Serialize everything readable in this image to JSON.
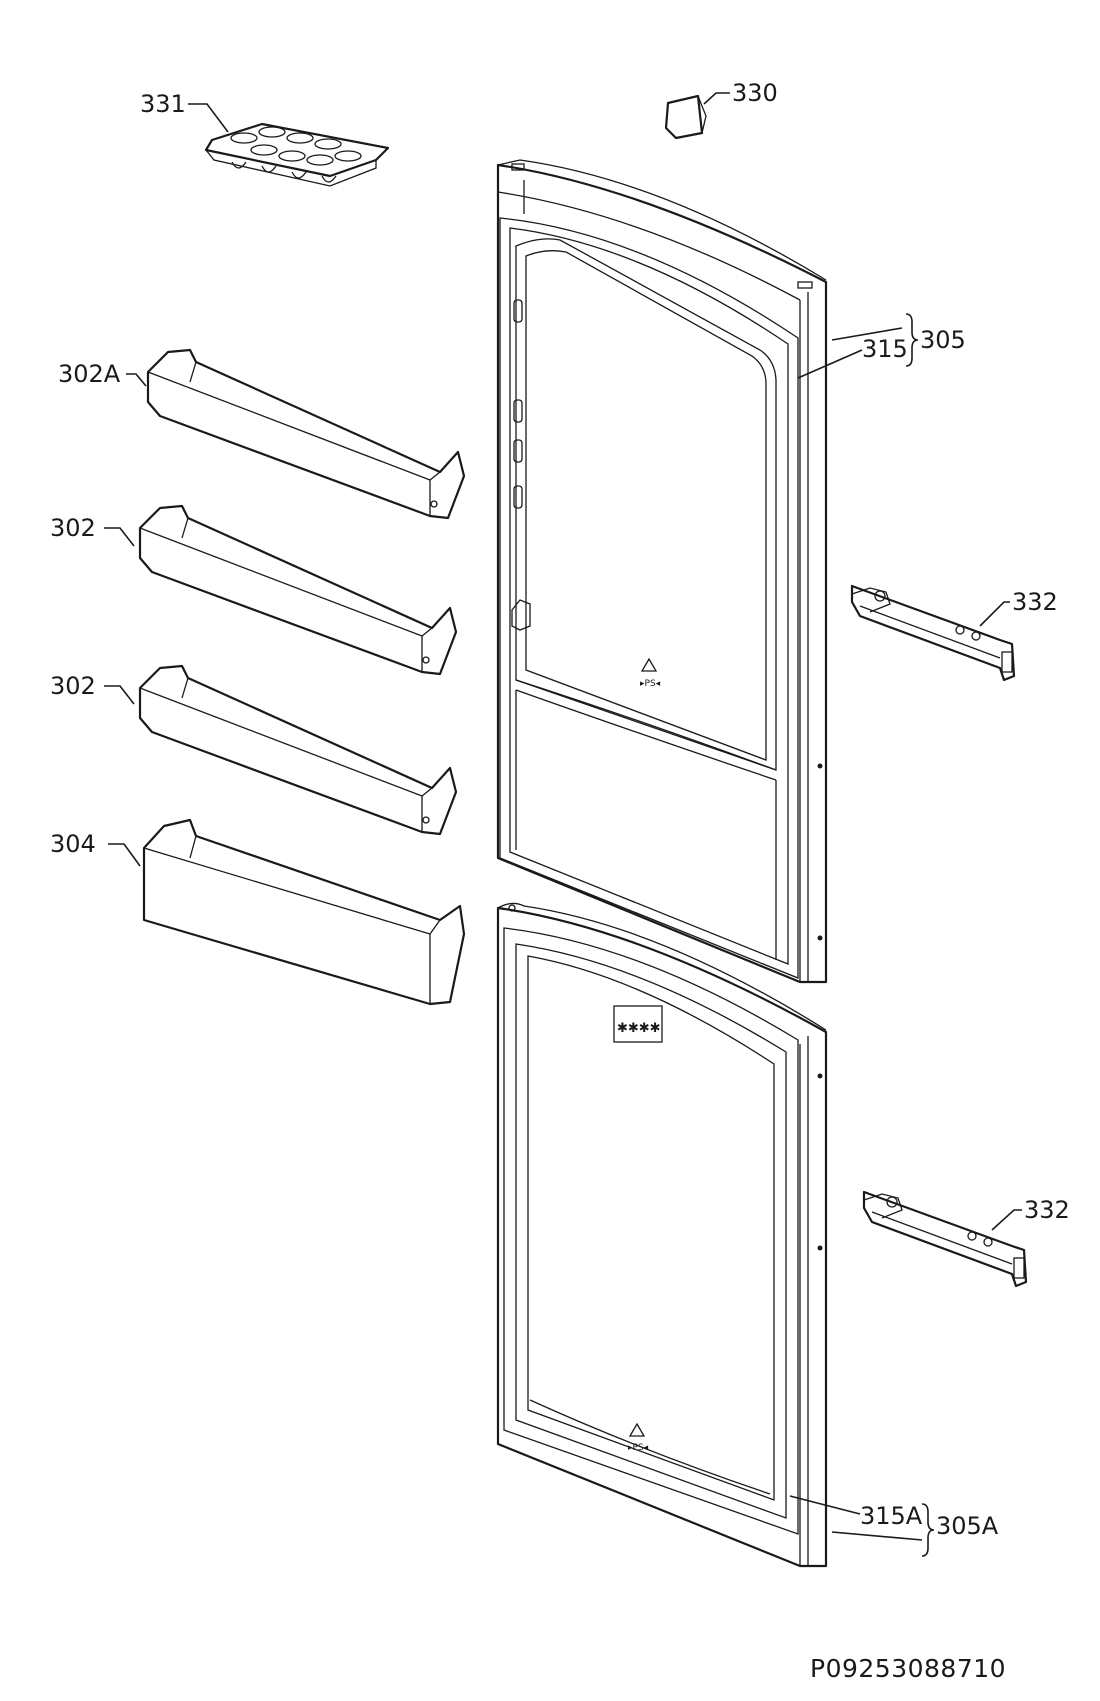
{
  "diagram": {
    "drawing_code": "P09253088710",
    "labels": {
      "l331": "331",
      "l330": "330",
      "l305": "305",
      "l315": "315",
      "l302A": "302A",
      "l302a": "302",
      "l302b": "302",
      "l304": "304",
      "l332a": "332",
      "l332b": "332",
      "l315A": "315A",
      "l305A": "305A"
    }
  }
}
